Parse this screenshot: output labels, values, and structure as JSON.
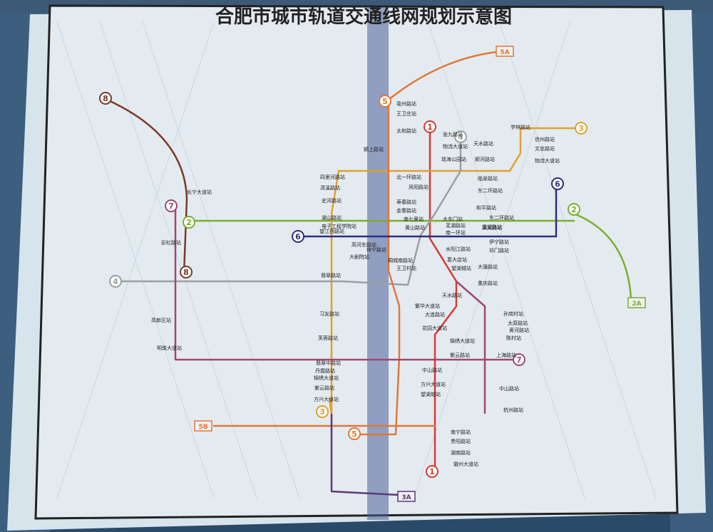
{
  "title": "合肥市城市轨道交通线网规划示意图",
  "colors": {
    "line1": "#d83a32",
    "line2": "#7aae2e",
    "line3": "#e0a030",
    "line4": "#9aa0a0",
    "line5": "#e07838",
    "line6": "#2c2e80",
    "line7": "#a04870",
    "line8": "#7a3a26",
    "line3A": "#5a3a78"
  },
  "lines": [
    {
      "id": "1",
      "label": "1"
    },
    {
      "id": "2",
      "label": "2"
    },
    {
      "id": "3",
      "label": "3"
    },
    {
      "id": "4",
      "label": "4"
    },
    {
      "id": "5",
      "label": "5"
    },
    {
      "id": "6",
      "label": "6"
    },
    {
      "id": "7",
      "label": "7"
    },
    {
      "id": "8",
      "label": "8"
    },
    {
      "id": "2A",
      "label": "2A"
    },
    {
      "id": "3A",
      "label": "3A"
    },
    {
      "id": "5A",
      "label": "5A"
    },
    {
      "id": "5B",
      "label": "5B"
    }
  ],
  "stations": [
    {
      "name": "亳州路站"
    },
    {
      "name": "王卫庄站"
    },
    {
      "name": "太和路站"
    },
    {
      "name": "颍上路站"
    },
    {
      "name": "北一环路站"
    },
    {
      "name": "凤阳路站"
    },
    {
      "name": "寿春路站"
    },
    {
      "name": "金寨路站"
    },
    {
      "name": "南七里站"
    },
    {
      "name": "黄山路站"
    },
    {
      "name": "休宁路站"
    },
    {
      "name": "桐城南路站"
    },
    {
      "name": "王卫村站"
    },
    {
      "name": "四里河路站"
    },
    {
      "name": "清溪路站"
    },
    {
      "name": "史河路站"
    },
    {
      "name": "张九路站"
    },
    {
      "name": "物流大道站"
    },
    {
      "name": "瑶海公园站"
    },
    {
      "name": "天水路站"
    },
    {
      "name": "颍河路站"
    },
    {
      "name": "临泉路站"
    },
    {
      "name": "东二环路站"
    },
    {
      "name": "和平路站"
    },
    {
      "name": "大东门站"
    },
    {
      "name": "芜湖路站"
    },
    {
      "name": "南一环站"
    },
    {
      "name": "水阳江路站"
    },
    {
      "name": "葛大店站"
    },
    {
      "name": "望湖城站"
    },
    {
      "name": "滨湖路站"
    },
    {
      "name": "东二环路站"
    },
    {
      "name": "巢湖路站"
    },
    {
      "name": "伊宁路站"
    },
    {
      "name": "祁门路站"
    },
    {
      "name": "大强路站"
    },
    {
      "name": "重庆路站"
    },
    {
      "name": "学林路站"
    },
    {
      "name": "信州路站"
    },
    {
      "name": "文忠路站"
    },
    {
      "name": "物流大道站"
    },
    {
      "name": "长宁大道站"
    },
    {
      "name": "湖山路站"
    },
    {
      "name": "电子工程学院站"
    },
    {
      "name": "望江西路站"
    },
    {
      "name": "高河东路站"
    },
    {
      "name": "大剧院站"
    },
    {
      "name": "翡翠路站"
    },
    {
      "name": "彭虹路站"
    },
    {
      "name": "习友路站"
    },
    {
      "name": "芙蓉路站"
    },
    {
      "name": "高新区站"
    },
    {
      "name": "明珠大道站"
    },
    {
      "name": "繁华大道站"
    },
    {
      "name": "天水路站"
    },
    {
      "name": "大连路站"
    },
    {
      "name": "孙岗村站"
    },
    {
      "name": "太原路站"
    },
    {
      "name": "黄河路站"
    },
    {
      "name": "陈村站"
    },
    {
      "name": "花园大道站"
    },
    {
      "name": "锦绣大道站"
    },
    {
      "name": "紫云路站"
    },
    {
      "name": "上海路站"
    },
    {
      "name": "翡翠中路站"
    },
    {
      "name": "丹霞路站"
    },
    {
      "name": "锦绣大道站"
    },
    {
      "name": "紫云路站"
    },
    {
      "name": "方兴大道站"
    },
    {
      "name": "中山路站"
    },
    {
      "name": "方兴大道站"
    },
    {
      "name": "望湖城站"
    },
    {
      "name": "中山路站"
    },
    {
      "name": "杭州路站"
    },
    {
      "name": "南宁路站"
    },
    {
      "name": "贵阳路站"
    },
    {
      "name": "湖南路站"
    },
    {
      "name": "徽州大道站"
    }
  ]
}
